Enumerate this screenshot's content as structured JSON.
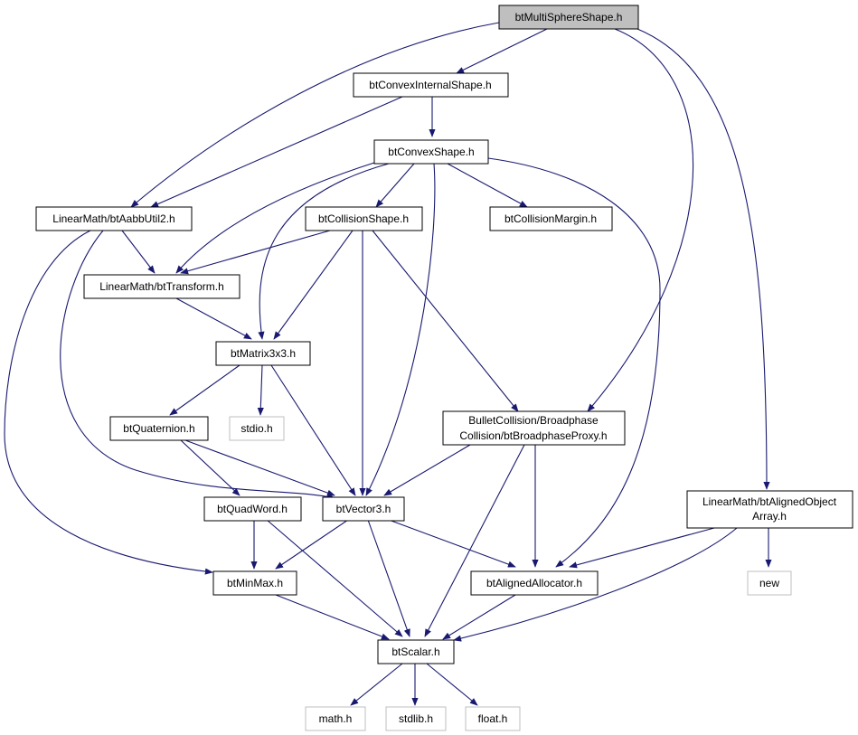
{
  "colors": {
    "edge": "#191970",
    "root_fill": "#bfbfbf",
    "node_border": "#000000",
    "system_header_border": "#bfbfbf",
    "background": "#ffffff"
  },
  "nodes": {
    "btMultiSphereShape": {
      "lines": [
        "btMultiSphereShape.h"
      ]
    },
    "btConvexInternalShape": {
      "lines": [
        "btConvexInternalShape.h"
      ]
    },
    "btConvexShape": {
      "lines": [
        "btConvexShape.h"
      ]
    },
    "btAabbUtil2": {
      "lines": [
        "LinearMath/btAabbUtil2.h"
      ]
    },
    "btCollisionShape": {
      "lines": [
        "btCollisionShape.h"
      ]
    },
    "btCollisionMargin": {
      "lines": [
        "btCollisionMargin.h"
      ]
    },
    "btTransform": {
      "lines": [
        "LinearMath/btTransform.h"
      ]
    },
    "btMatrix3x3": {
      "lines": [
        "btMatrix3x3.h"
      ]
    },
    "btQuaternion": {
      "lines": [
        "btQuaternion.h"
      ]
    },
    "stdio": {
      "lines": [
        "stdio.h"
      ]
    },
    "btBroadphaseProxy": {
      "lines": [
        "BulletCollision/Broadphase",
        "Collision/btBroadphaseProxy.h"
      ]
    },
    "btAlignedObjectArray": {
      "lines": [
        "LinearMath/btAlignedObject",
        "Array.h"
      ]
    },
    "btQuadWord": {
      "lines": [
        "btQuadWord.h"
      ]
    },
    "btVector3": {
      "lines": [
        "btVector3.h"
      ]
    },
    "btMinMax": {
      "lines": [
        "btMinMax.h"
      ]
    },
    "btAlignedAllocator": {
      "lines": [
        "btAlignedAllocator.h"
      ]
    },
    "new": {
      "lines": [
        "new"
      ]
    },
    "btScalar": {
      "lines": [
        "btScalar.h"
      ]
    },
    "math": {
      "lines": [
        "math.h"
      ]
    },
    "stdlib": {
      "lines": [
        "stdlib.h"
      ]
    },
    "float": {
      "lines": [
        "float.h"
      ]
    }
  }
}
